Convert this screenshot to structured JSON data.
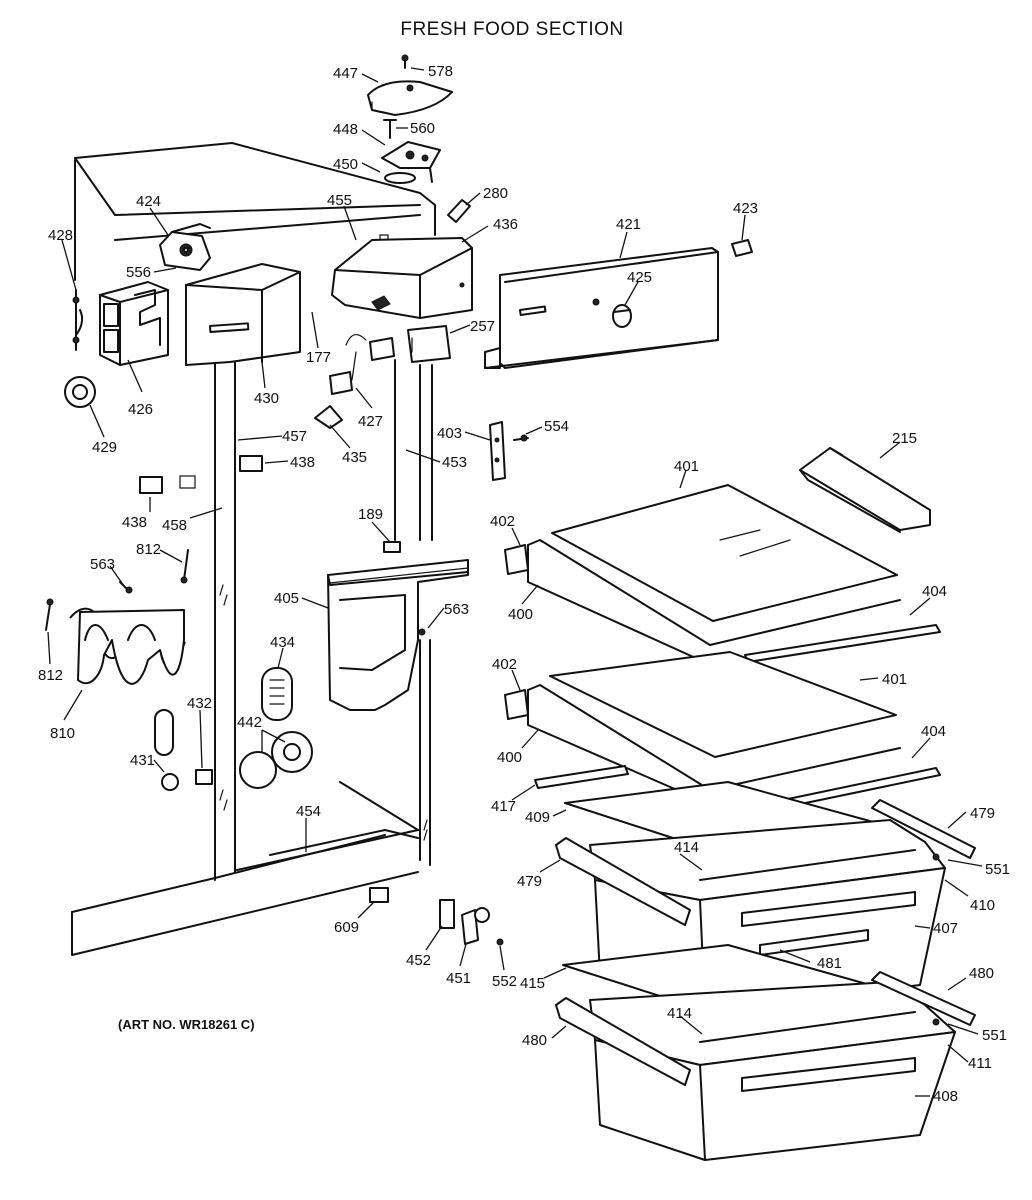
{
  "title": "FRESH FOOD SECTION",
  "art_number": "(ART NO. WR18261 C)",
  "callouts": {
    "c447": "447",
    "c578": "578",
    "c448": "448",
    "c560": "560",
    "c450": "450",
    "c280": "280",
    "c424": "424",
    "c455": "455",
    "c436": "436",
    "c421": "421",
    "c423": "423",
    "c428": "428",
    "c556": "556",
    "c425": "425",
    "c257": "257",
    "c177": "177",
    "c430": "430",
    "c426": "426",
    "c427": "427",
    "c429": "429",
    "c457": "457",
    "c403": "403",
    "c554": "554",
    "c215": "215",
    "c435": "435",
    "c438a": "438",
    "c453": "453",
    "c401a": "401",
    "c438b": "438",
    "c458": "458",
    "c189": "189",
    "c402a": "402",
    "c812a": "812",
    "c563a": "563",
    "c405": "405",
    "c563b": "563",
    "c400a": "400",
    "c404a": "404",
    "c812b": "812",
    "c434": "434",
    "c402b": "402",
    "c401b": "401",
    "c810": "810",
    "c432": "432",
    "c442": "442",
    "c400b": "400",
    "c404b": "404",
    "c431": "431",
    "c417": "417",
    "c479a": "479",
    "c409": "409",
    "c454": "454",
    "c414a": "414",
    "c551a": "551",
    "c479b": "479",
    "c410": "410",
    "c609": "609",
    "c407": "407",
    "c481": "481",
    "c452": "452",
    "c451": "451",
    "c552": "552",
    "c415": "415",
    "c480a": "480",
    "c414b": "414",
    "c551b": "551",
    "c480b": "480",
    "c411": "411",
    "c408": "408"
  }
}
